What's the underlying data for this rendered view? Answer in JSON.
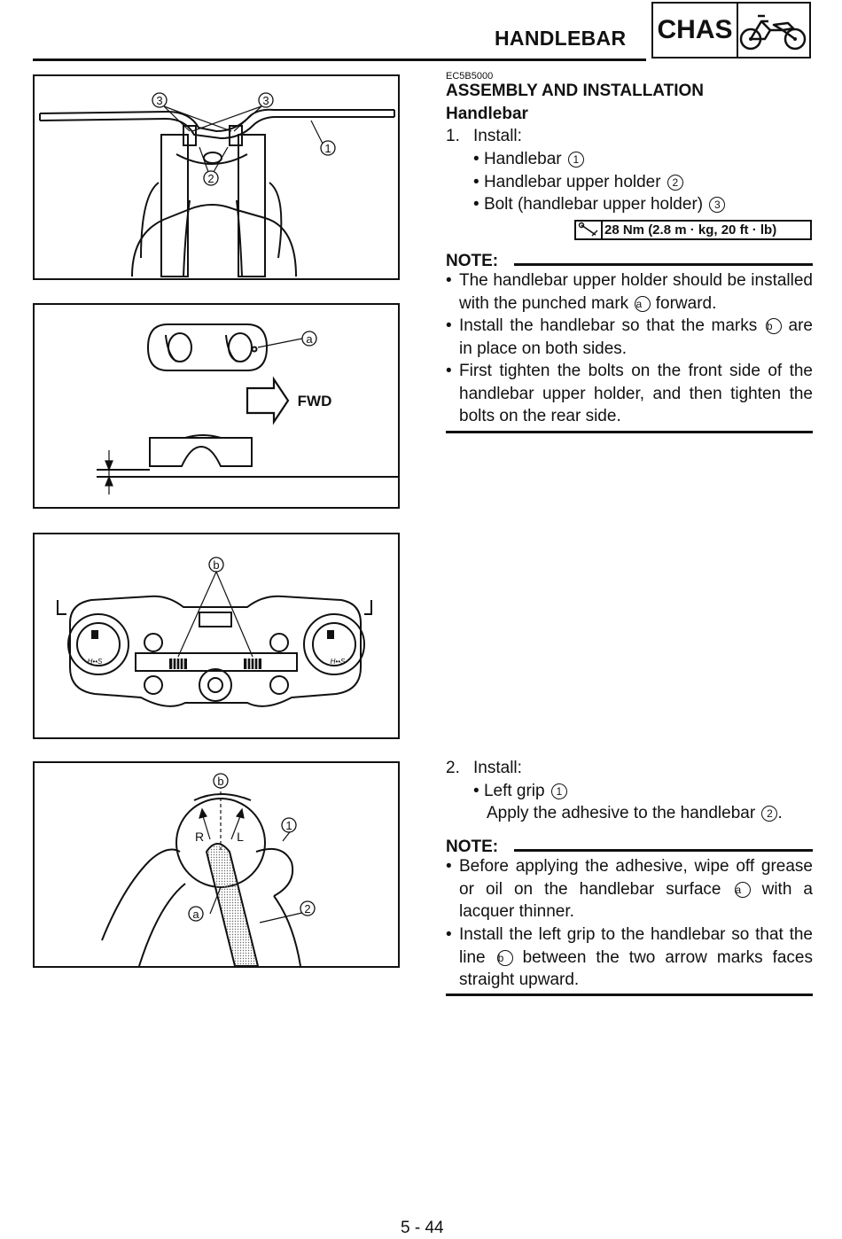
{
  "header": {
    "title": "HANDLEBAR",
    "section": "CHAS",
    "icon": "motorcycle-icon"
  },
  "doc_code": "EC5B5000",
  "section_title": "ASSEMBLY AND INSTALLATION",
  "subsection_title": "Handlebar",
  "step1": {
    "number": "1.",
    "label": "Install:",
    "items": [
      {
        "text": "Handlebar",
        "ref": "1"
      },
      {
        "text": "Handlebar upper holder",
        "ref": "2"
      },
      {
        "text": "Bolt (handlebar upper holder)",
        "ref": "3"
      }
    ],
    "torque": "28 Nm (2.8 m · kg, 20 ft · lb)",
    "torque_icon": "torque-wrench-icon"
  },
  "note1": {
    "label": "NOTE:",
    "bullets": [
      {
        "before": "The handlebar upper holder should be installed with the punched mark",
        "ref": "a",
        "after": "forward."
      },
      {
        "before": "Install the handlebar so that the marks",
        "ref": "b",
        "after": "are in place on both sides."
      },
      {
        "before": "First tighten the bolts on the front side of the handlebar upper holder, and then tighten the bolts on the rear side.",
        "ref": "",
        "after": ""
      }
    ]
  },
  "step2": {
    "number": "2.",
    "label": "Install:",
    "item": {
      "text": "Left grip",
      "ref": "1"
    },
    "instruction": "Apply the adhesive to the handlebar",
    "instruction_ref": "2",
    "instruction_end": "."
  },
  "note2": {
    "label": "NOTE:",
    "bullets": [
      {
        "before": "Before applying the adhesive, wipe off grease or oil on the handlebar surface",
        "ref": "a",
        "after": "with a lacquer thinner."
      },
      {
        "before": "Install the left grip to the handlebar so that the line",
        "ref": "b",
        "after": "between the two arrow marks faces straight upward."
      }
    ]
  },
  "figures": {
    "fig1_callouts": [
      "3",
      "3",
      "1",
      "2"
    ],
    "fig2_callouts": [
      "a"
    ],
    "fig2_fwd": "FWD",
    "fig3_callouts": [
      "b"
    ],
    "fig3_marks": [
      "H••S",
      "H••S"
    ],
    "fig4_callouts": [
      "b",
      "1",
      "a",
      "2"
    ],
    "fig4_marks": [
      "R",
      "L"
    ]
  },
  "page_number": "5 - 44"
}
